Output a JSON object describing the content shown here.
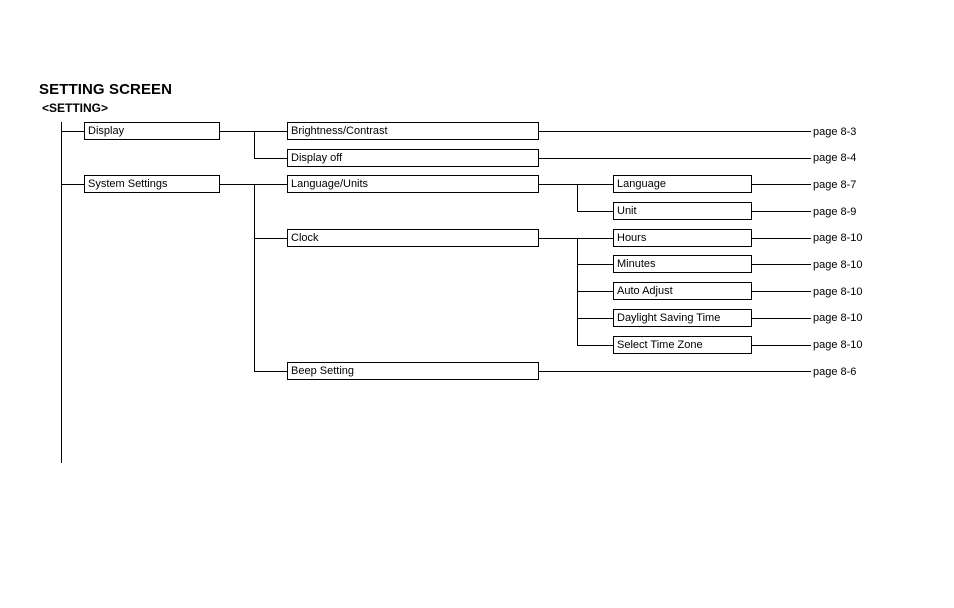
{
  "header": {
    "title": "SETTING SCREEN",
    "subtitle": "<SETTING>"
  },
  "menu": {
    "display": "Display",
    "system_settings": "System Settings",
    "brightness_contrast": "Brightness/Contrast",
    "display_off": "Display off",
    "language_units": "Language/Units",
    "clock": "Clock",
    "beep_setting": "Beep Setting",
    "language": "Language",
    "unit": "Unit",
    "hours": "Hours",
    "minutes": "Minutes",
    "auto_adjust": "Auto Adjust",
    "daylight_saving_time": "Daylight Saving Time",
    "select_time_zone": "Select Time Zone"
  },
  "refs": {
    "brightness_contrast": "page 8-3",
    "display_off": "page 8-4",
    "language": "page 8-7",
    "unit": "page 8-9",
    "hours": "page 8-10",
    "minutes": "page 8-10",
    "auto_adjust": "page 8-10",
    "daylight_saving_time": "page 8-10",
    "select_time_zone": "page 8-10",
    "beep_setting": "page 8-6"
  }
}
